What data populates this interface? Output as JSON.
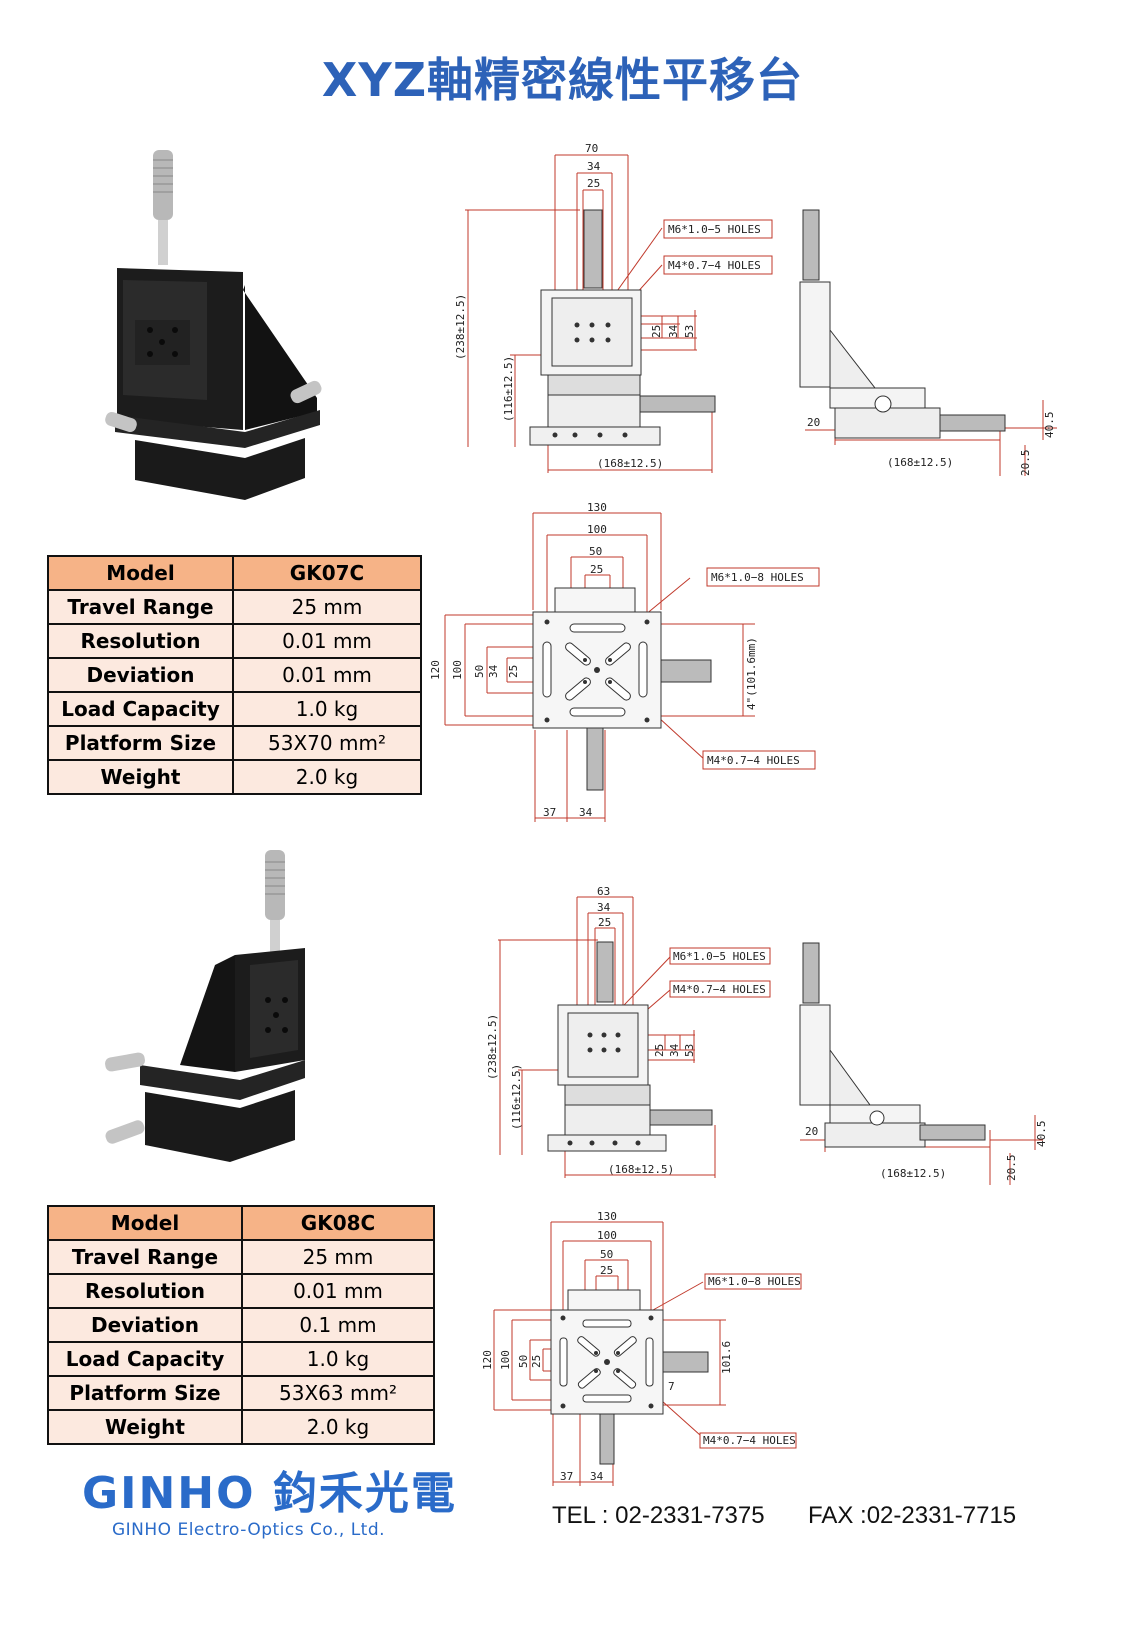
{
  "title": "XYZ軸精密線性平移台",
  "colors": {
    "title": "#2d62b8",
    "table_header": "#f6b387",
    "table_cell": "#fce9df",
    "dim_line": "#c0392b",
    "logo": "#2a6bc9"
  },
  "products": [
    {
      "table": {
        "header": {
          "key": "Model",
          "value": "GK07C"
        },
        "rows": [
          {
            "key": "Travel Range",
            "value": "25 mm"
          },
          {
            "key": "Resolution",
            "value": "0.01 mm"
          },
          {
            "key": "Deviation",
            "value": "0.01 mm"
          },
          {
            "key": "Load Capacity",
            "value": "1.0 kg"
          },
          {
            "key": "Platform Size",
            "value": "53X70 mm²"
          },
          {
            "key": "Weight",
            "value": "2.0 kg"
          }
        ]
      },
      "front_view": {
        "dims": [
          "70",
          "34",
          "25",
          "25",
          "34",
          "53",
          "(238±12.5)",
          "(116±12.5)",
          "(168±12.5)"
        ],
        "holes": [
          "M6*1.0−5 HOLES",
          "M4*0.7−4 HOLES"
        ]
      },
      "side_view": {
        "dims": [
          "20",
          "40.5",
          "20.5",
          "(168±12.5)"
        ]
      },
      "top_view": {
        "dims": [
          "130",
          "100",
          "50",
          "25",
          "120",
          "100",
          "50",
          "34",
          "25",
          "4\"(101.6mm)",
          "37",
          "34"
        ],
        "holes": [
          "M6*1.0−8 HOLES",
          "M4*0.7−4 HOLES"
        ]
      }
    },
    {
      "table": {
        "header": {
          "key": "Model",
          "value": "GK08C"
        },
        "rows": [
          {
            "key": "Travel Range",
            "value": "25 mm"
          },
          {
            "key": "Resolution",
            "value": "0.01 mm"
          },
          {
            "key": "Deviation",
            "value": "0.1 mm"
          },
          {
            "key": "Load Capacity",
            "value": "1.0 kg"
          },
          {
            "key": "Platform Size",
            "value": "53X63 mm²"
          },
          {
            "key": "Weight",
            "value": "2.0 kg"
          }
        ]
      },
      "front_view": {
        "dims": [
          "63",
          "34",
          "25",
          "25",
          "34",
          "53",
          "(238±12.5)",
          "(116±12.5)",
          "(168±12.5)"
        ],
        "holes": [
          "M6*1.0−5 HOLES",
          "M4*0.7−4 HOLES"
        ]
      },
      "side_view": {
        "dims": [
          "20",
          "40.5",
          "20.5",
          "(168±12.5)"
        ]
      },
      "top_view": {
        "dims": [
          "130",
          "100",
          "50",
          "25",
          "120",
          "100",
          "50",
          "25",
          "101.6",
          "7",
          "37",
          "34"
        ],
        "holes": [
          "M6*1.0−8 HOLES",
          "M4*0.7−4 HOLES"
        ]
      }
    }
  ],
  "logo": {
    "brand": "GINHO",
    "chinese": "鈞禾光電",
    "company": "GINHO Electro-Optics Co., Ltd."
  },
  "contact": {
    "tel": "TEL : 02-2331-7375",
    "fax": "FAX :02-2331-7715"
  }
}
